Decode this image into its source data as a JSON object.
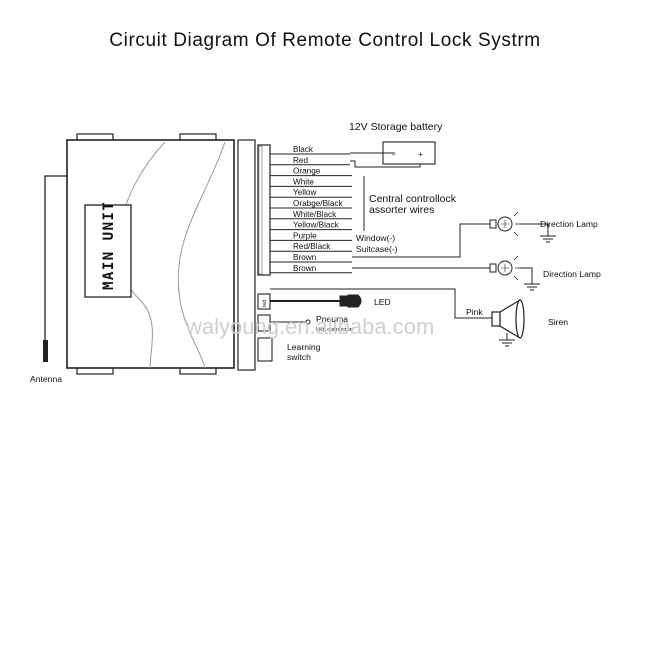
{
  "title": "Circuit Diagram Of Remote Control Lock Systrm",
  "main_unit_label": "MAIN UNIT",
  "antenna_label": "Antenna",
  "battery": {
    "label": "12V Storage battery",
    "minus": "-",
    "plus": "+"
  },
  "wires": [
    "Black",
    "Red",
    "Orange",
    "White",
    "Yellow",
    "Orabge/Black",
    "White/Black",
    "Yellow/Black",
    "Purple",
    "Red/Black",
    "Brown",
    "Brown"
  ],
  "central_lock_label": {
    "line1": "Central controllock",
    "line2": "assorter wires"
  },
  "window_label": "Window(-)",
  "suitcase_label": "Suitcase(-)",
  "lamps": [
    "Direction Lamp",
    "Direction Lamp"
  ],
  "pink_label": "Pink",
  "siren_label": "Siren",
  "led_label": "LED",
  "led_connector_text": "led",
  "pneumatic_label": {
    "line1": "Pneuma",
    "line2": "lock connector"
  },
  "learning_switch": {
    "line1": "Learning",
    "line2": "switch"
  },
  "watermark": "walyoung.en.alibaba.com"
}
